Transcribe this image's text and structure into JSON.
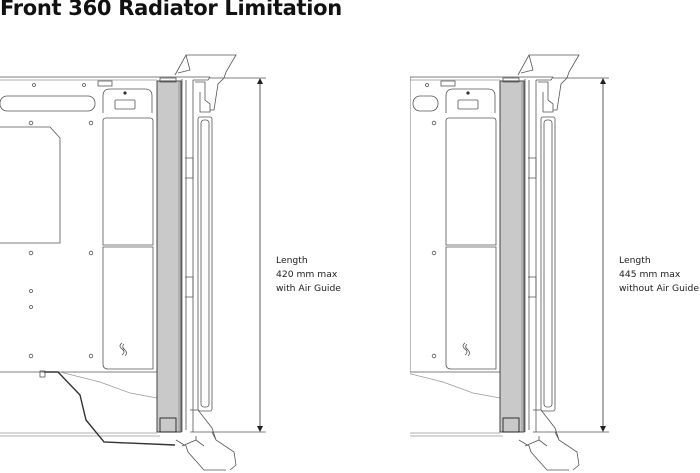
{
  "title": "Front 360 Radiator Limitation",
  "panels": [
    {
      "label_line1": "Length",
      "label_line2": "420 mm max",
      "label_line3": "with Air Guide"
    },
    {
      "label_line1": "Length",
      "label_line2": "445 mm max",
      "label_line3": "without Air Guide"
    }
  ],
  "colors": {
    "radiator": "#c9c9c9",
    "line": "#555555"
  }
}
